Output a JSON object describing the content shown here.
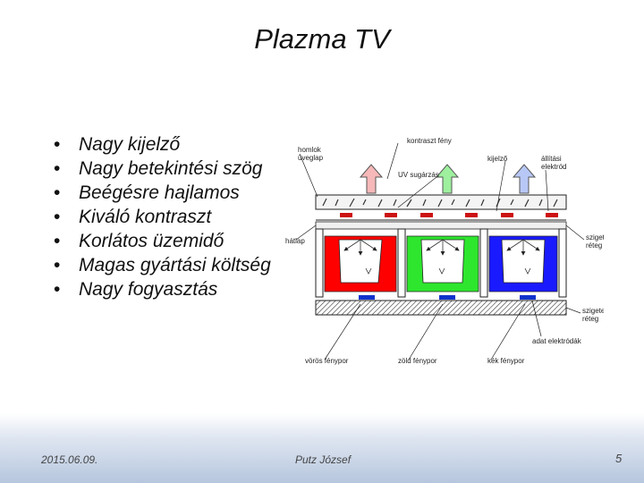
{
  "slide": {
    "title": "Plazma TV",
    "bullets": [
      "Nagy kijelző",
      "Nagy betekintési szög",
      "Beégésre hajlamos",
      "Kiváló kontraszt",
      "Korlátos üzemidő",
      "Magas gyártási költség",
      "Nagy fogyasztás"
    ],
    "bullet_glyph": "•"
  },
  "diagram": {
    "labels": {
      "front_glass": [
        "homlok",
        "üveglap"
      ],
      "contrast_layer": "kontraszt fény",
      "uv": "UV sugárzás",
      "display": "kijelző",
      "addressing": [
        "állítási",
        "elektród"
      ],
      "dielectric": [
        "szigetelő",
        "réteg"
      ],
      "rear": "hátlap",
      "insulating": [
        "szigetelő",
        "réteg"
      ],
      "address_electrode": "adat elektródák",
      "red_phosphor": "vörös fénypor",
      "green_phosphor": "zöld fénypor",
      "blue_phosphor": "kék fénypor"
    },
    "colors": {
      "red": "#ff0000",
      "green": "#2ee62e",
      "blue": "#1a1aff",
      "electrode": "#cc1111",
      "addr_electrode": "#1133cc"
    }
  },
  "footer": {
    "date": "2015.06.09.",
    "author": "Putz József",
    "page": "5"
  }
}
